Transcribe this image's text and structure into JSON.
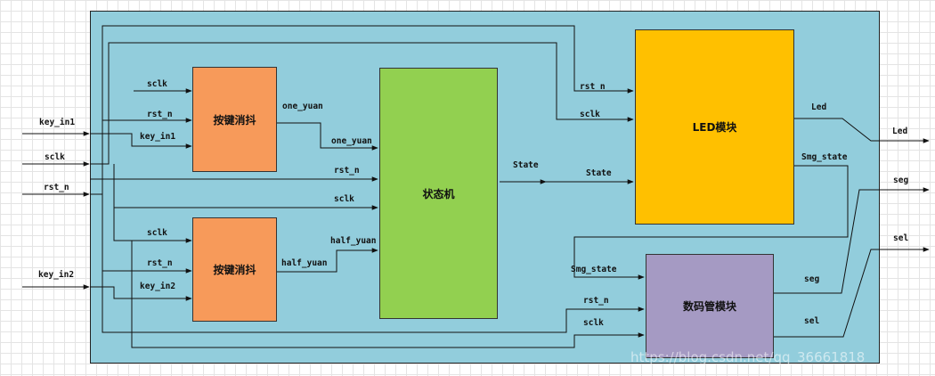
{
  "colors": {
    "panel": "#92cddc",
    "debounce_block": "#f79a5a",
    "state_machine": "#92d050",
    "led_module": "#ffc000",
    "seg_module": "#a59ac3"
  },
  "blocks": {
    "debounce_1": "按键消抖",
    "debounce_2": "按键消抖",
    "state_machine": "状态机",
    "led_module": "LED模块",
    "seg_module": "数码管模块"
  },
  "inputs": {
    "key_in1": "key_in1",
    "sclk": "sclk",
    "rst_n": "rst_n",
    "key_in2": "key_in2"
  },
  "outputs": {
    "led": "Led",
    "seg": "seg",
    "sel": "sel"
  },
  "signals": {
    "deb1_sclk": "sclk",
    "deb1_rst_n": "rst_n",
    "deb1_key_in1": "key_in1",
    "deb1_out": "one_yuan",
    "sm_one_yuan": "one_yuan",
    "sm_rst_n": "rst_n",
    "sm_sclk": "sclk",
    "deb2_sclk": "sclk",
    "deb2_rst_n": "rst_n",
    "deb2_key_in2": "key_in2",
    "deb2_out": "half_yuan",
    "sm_half_yuan": "half_yuan",
    "sm_out_state": "State",
    "led_state": "State",
    "led_rst_n": "rst_n",
    "led_sclk": "sclk",
    "led_out": "Led",
    "led_smg_state": "Smg_state",
    "seg_smg_state": "Smg_state",
    "seg_rst_n": "rst_n",
    "seg_sclk": "sclk",
    "seg_out_seg": "seg",
    "seg_out_sel": "sel"
  },
  "watermark": "https://blog.csdn.net/qq_36661818"
}
